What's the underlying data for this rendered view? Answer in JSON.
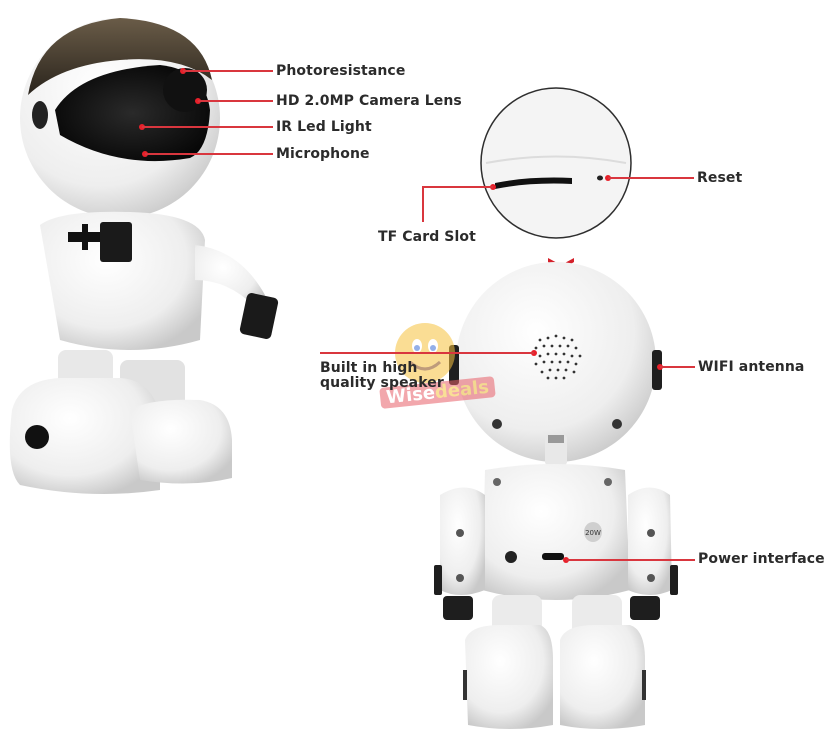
{
  "left_view": {
    "callouts": [
      {
        "id": "photoresistance",
        "label": "Photoresistance"
      },
      {
        "id": "camera-lens",
        "label": "HD 2.0MP Camera Lens"
      },
      {
        "id": "ir-led",
        "label": "IR Led Light"
      },
      {
        "id": "microphone",
        "label": "Microphone"
      }
    ]
  },
  "detail_view": {
    "callouts": [
      {
        "id": "reset",
        "label": "Reset"
      },
      {
        "id": "tf-card-slot",
        "label": "TF Card Slot"
      }
    ]
  },
  "back_view": {
    "callouts": [
      {
        "id": "speaker",
        "label": "Built in high quality speaker"
      },
      {
        "id": "wifi-antenna",
        "label": "WIFI antenna"
      },
      {
        "id": "power-interface",
        "label": "Power interface"
      }
    ],
    "badge_text": "20W"
  },
  "watermark": {
    "text_main": "Wise",
    "text_accent": "deals"
  },
  "colors": {
    "leader_line": "#d9363e",
    "dot": "#e8202a",
    "label_text": "#2b2b2b",
    "chevron": "#d4202a"
  }
}
